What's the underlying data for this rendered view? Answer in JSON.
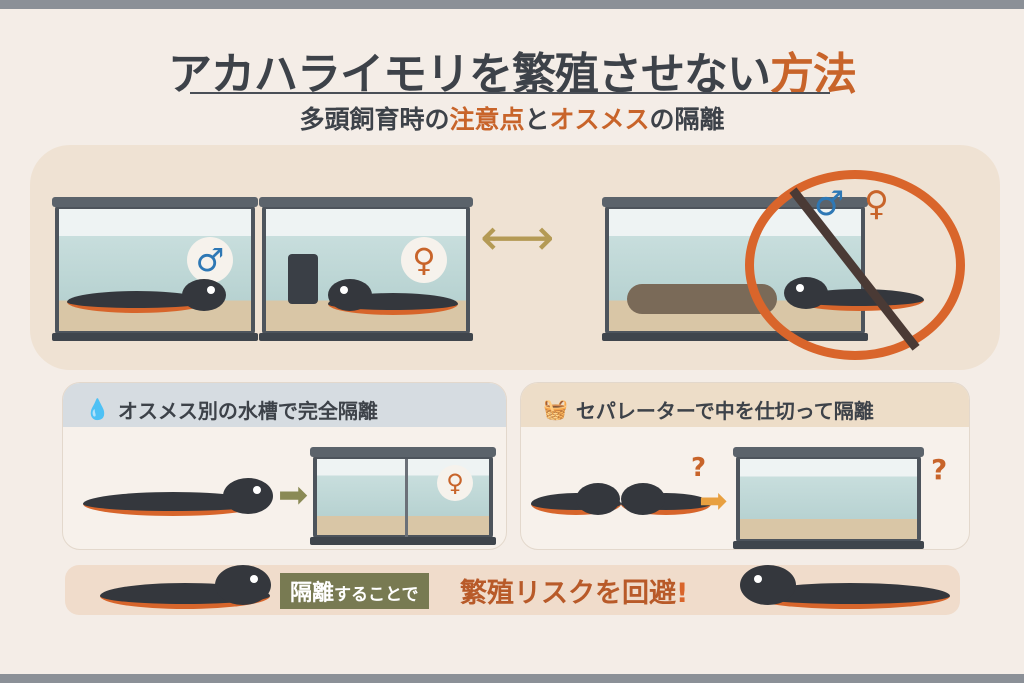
{
  "title": {
    "main": "アカハライモリを繁殖させない",
    "accent": "方法"
  },
  "subtitle": {
    "part1": "多頭飼育時の",
    "accent1": "注意点",
    "part2": "と",
    "accent2": "オスメス",
    "part3": "の隔離"
  },
  "symbols": {
    "male": "♂",
    "female": "♀",
    "arrow_both": "⟷",
    "arrow_right": "➡",
    "question": "?"
  },
  "panels": [
    {
      "icon": "water-drop-icon",
      "title": "オスメス別の水槽で完全隔離"
    },
    {
      "icon": "separator-icon",
      "title": "セパレーターで中を仕切って隔離"
    }
  ],
  "banner": {
    "tag": "隔離",
    "tag_rest": "することで",
    "message": "繁殖リスクを回避",
    "exclaim": "!"
  },
  "colors": {
    "accent": "#c8642a",
    "text": "#3d4249",
    "no_sign": "#d9652b"
  }
}
